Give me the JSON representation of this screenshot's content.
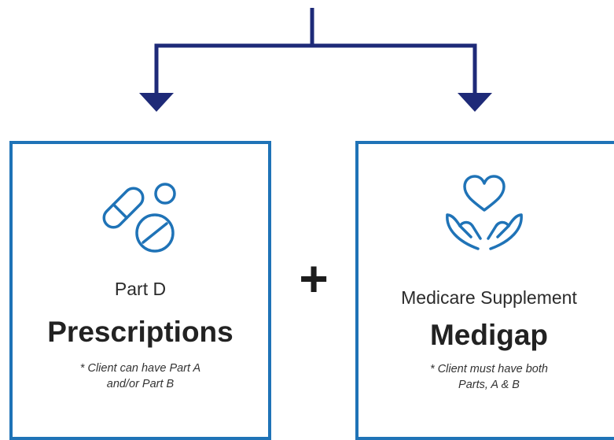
{
  "colors": {
    "connector": "#1e2a78",
    "box_border": "#1f73b7",
    "icon": "#1f73b7"
  },
  "operator": "+",
  "left_box": {
    "icon": "pills-icon",
    "subtitle": "Part D",
    "title": "Prescriptions",
    "note_line1": "* Client can have Part A",
    "note_line2": "and/or Part B"
  },
  "right_box": {
    "icon": "heart-hands-icon",
    "subtitle": "Medicare Supplement",
    "title": "Medigap",
    "note_line1": "* Client must have both",
    "note_line2": "Parts, A & B"
  }
}
